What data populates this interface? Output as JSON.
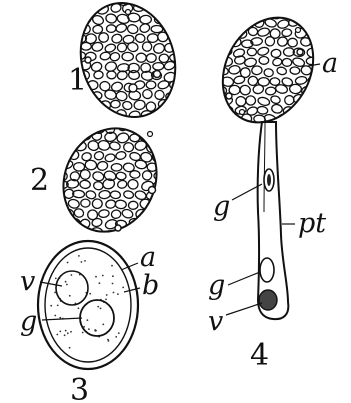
{
  "figure": {
    "numbers": {
      "n1": "1",
      "n2": "2",
      "n3": "3",
      "n4": "4"
    },
    "letters": {
      "a_cell": "a",
      "b_cell": "b",
      "v_cell": "v",
      "g_cell": "g",
      "a_grain": "a",
      "g_upper": "g",
      "pt": "pt",
      "g_lower": "g",
      "v_tip": "v"
    }
  }
}
